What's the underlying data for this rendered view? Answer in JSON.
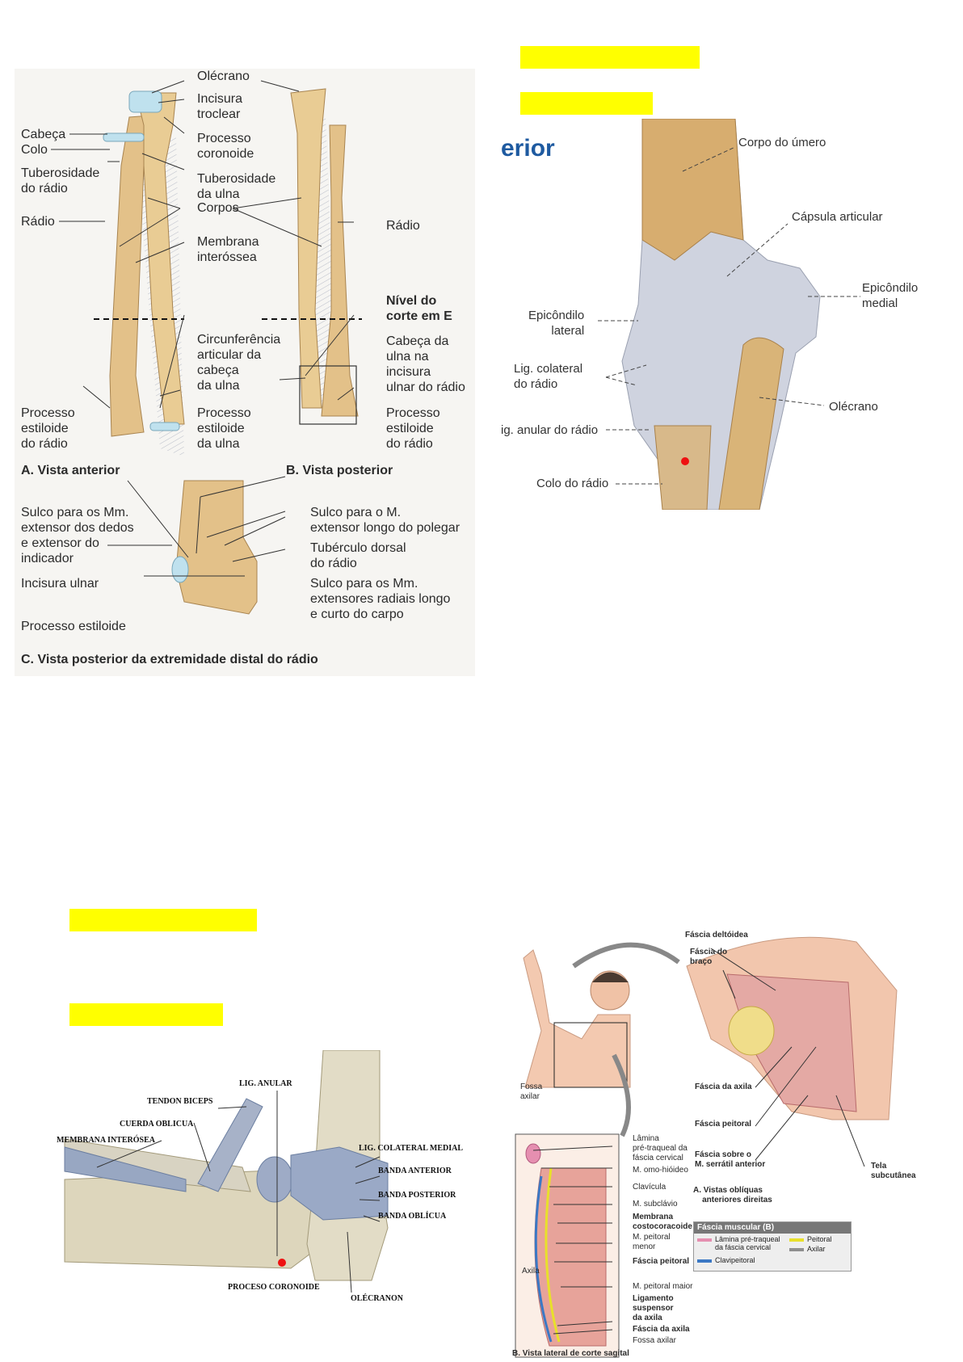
{
  "forearm_figure": {
    "labels": {
      "olecrano": "Olécrano",
      "incisura_troclear": "Incisura\ntroclear",
      "cabeca": "Cabeça",
      "colo": "Colo",
      "processo_coronoide": "Processo\ncoronoide",
      "tuberosidade_radio": "Tuberosidade\ndo rádio",
      "tuberosidade_ulna": "Tuberosidade\nda ulna",
      "corpos": "Corpos",
      "radio_left": "Rádio",
      "radio_right": "Rádio",
      "membrana": "Membrana\ninteróssea",
      "nivel_corte": "Nível do\ncorte em E",
      "circunferencia": "Circunferência\narticular da\ncabeça\nda ulna",
      "cabeca_ulna": "Cabeça da\nulna na\nincisura\nulnar do rádio",
      "proc_estiloide_radio_a": "Processo\nestiloide\ndo rádio",
      "proc_estiloide_ulna": "Processo\nestiloide\nda ulna",
      "proc_estiloide_radio_b": "Processo\nestiloide\ndo rádio",
      "vista_anterior": "A. Vista anterior",
      "vista_posterior": "B. Vista posterior",
      "sulco_extensor_dedos": "Sulco para os Mm.\nextensor dos dedos\ne extensor do\nindicador",
      "sulco_extensor_polegar": "Sulco para o M.\nextensor longo do polegar",
      "tuberculo_dorsal": "Tubérculo dorsal\ndo rádio",
      "incisura_ulnar": "Incisura ulnar",
      "sulco_radiais": "Sulco para os Mm.\nextensores radiais longo\ne curto do carpo",
      "processo_estiloide": "Processo estiloide",
      "vista_c": "C. Vista posterior da extremidade distal do rádio"
    }
  },
  "elbow_figure": {
    "heading_fragment": "erior",
    "labels": {
      "corpo_umero": "Corpo do úmero",
      "capsula": "Cápsula articular",
      "epicondilo_medial": "Epicôndilo\nmedial",
      "epicondilo_lateral": "Epicôndilo\nlateral",
      "lig_colateral": "Lig. colateral\ndo rádio",
      "olecrano": "Olécrano",
      "lig_anular": "ig. anular do rádio",
      "colo_radio": "Colo do rádio"
    }
  },
  "ligament_figure": {
    "labels": {
      "lig_anular": "LIG. ANULAR",
      "tendon_biceps": "TENDON BICEPS",
      "cuerda_oblicua": "CUERDA OBLICUA",
      "membrana_interosea": "MEMBRANA INTERÓSEA",
      "lig_colateral_medial": "LIG. COLATERAL MEDIAL",
      "banda_anterior": "BANDA ANTERIOR",
      "banda_posterior": "BANDA POSTERIOR",
      "banda_oblicua": "BANDA OBLÍCUA",
      "proceso_coronoide": "PROCESO CORONOIDE",
      "olecranon": "OLÉCRANON"
    }
  },
  "fascia_figure": {
    "labels": {
      "fascia_deltoidea": "Fáscia deltóidea",
      "fascia_braco": "Fáscia do\nbraço",
      "fossa_axilar_top": "Fossa\naxilar",
      "fascia_axila_a": "Fáscia da axila",
      "fascia_peitoral_a": "Fáscia peitoral",
      "fascia_serratil": "Fáscia sobre o\nM. serrátil anterior",
      "tela": "Tela\nsubcutânea",
      "vistas": "A. Vistas oblíquas\n    anteriores direitas",
      "lamina": "Lâmina\npré-traqueal da\nfáscia cervical",
      "omo": "M. omo-hióideo",
      "clavicula": "Clavícula",
      "subclavio": "M. subclávio",
      "membrana_costo": "Membrana\ncostocoracoide",
      "peitoral_menor": "M. peitoral\nmenor",
      "fascia_peitoral_b": "Fáscia peitoral",
      "axila": "Axila",
      "peitoral_maior": "M. peitoral maior",
      "ligamento": "Ligamento\nsuspensor\nda axila",
      "fascia_axila_b": "Fáscia da axila",
      "fossa_axilar_b": "Fossa axilar",
      "vista_lateral": "B. Vista lateral de corte sagital"
    },
    "legend": {
      "title": "Fáscia muscular (B)",
      "items": [
        {
          "label": "Lâmina pré-traqueal\nda fáscia cervical",
          "color": "#e58fb0"
        },
        {
          "label": "Peitoral",
          "color": "#e8e02a"
        },
        {
          "label": "Clavipeitoral",
          "color": "#3b78c4"
        },
        {
          "label": "Axilar",
          "color": "#8f8f8f"
        }
      ]
    }
  }
}
